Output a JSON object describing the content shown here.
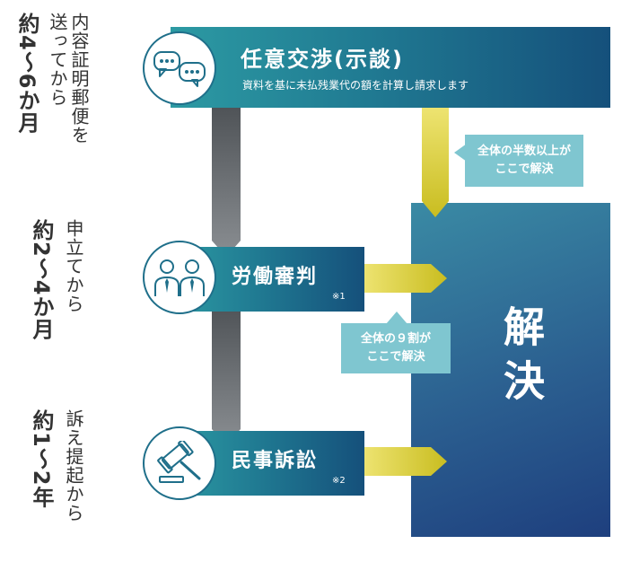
{
  "timeline": {
    "step1": {
      "line1": "内容証明郵便を",
      "line2": "送ってから",
      "duration": "約4〜6か月"
    },
    "step2": {
      "line1": "申立てから",
      "duration": "約2〜4か月"
    },
    "step3": {
      "line1": "訴え提起から",
      "duration": "約1〜2年"
    }
  },
  "stages": [
    {
      "title": "任意交渉(示談)",
      "subtitle": "資料を基に未払残業代の額を計算し請求します",
      "icon": "speech-bubbles-icon"
    },
    {
      "title": "労働審判",
      "note": "※1",
      "icon": "two-people-icon"
    },
    {
      "title": "民事訴訟",
      "note": "※2",
      "icon": "gavel-icon"
    }
  ],
  "callouts": [
    {
      "line1": "全体の半数以上が",
      "line2": "ここで解決"
    },
    {
      "line1": "全体の９割が",
      "line2": "ここで解決"
    }
  ],
  "resolve": {
    "label": "解決"
  },
  "colors": {
    "bar_start": "#2c9aa3",
    "bar_end": "#15507b",
    "connector": "#6e7378",
    "arrow_yellow": "#dcd23a",
    "callout": "#7fc6d0",
    "resolve_start": "#3a8aa4",
    "resolve_end": "#1e3f7e"
  }
}
